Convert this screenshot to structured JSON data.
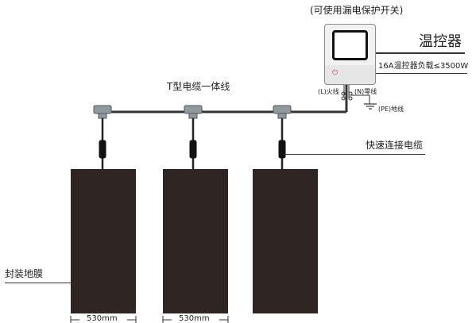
{
  "labels": {
    "rcd_note": "(可使用漏电保护开关)",
    "thermostat": "温控器",
    "thermostat_load": "16A温控器负载≤3500W",
    "cable": "T型电缆一体线",
    "live": "(L)火线",
    "neutral": "(N)零线",
    "ground": "(PE)地线",
    "quick_connect": "快速连接电缆",
    "film": "封装地膜"
  },
  "dimensions": [
    {
      "value": "530mm"
    },
    {
      "value": "530mm"
    }
  ],
  "icons": {
    "power": "power-icon",
    "ground": "ground-symbol-icon"
  },
  "colors": {
    "film": "#2f2522",
    "cable": "#333333",
    "power_indicator": "#d23b3b"
  }
}
